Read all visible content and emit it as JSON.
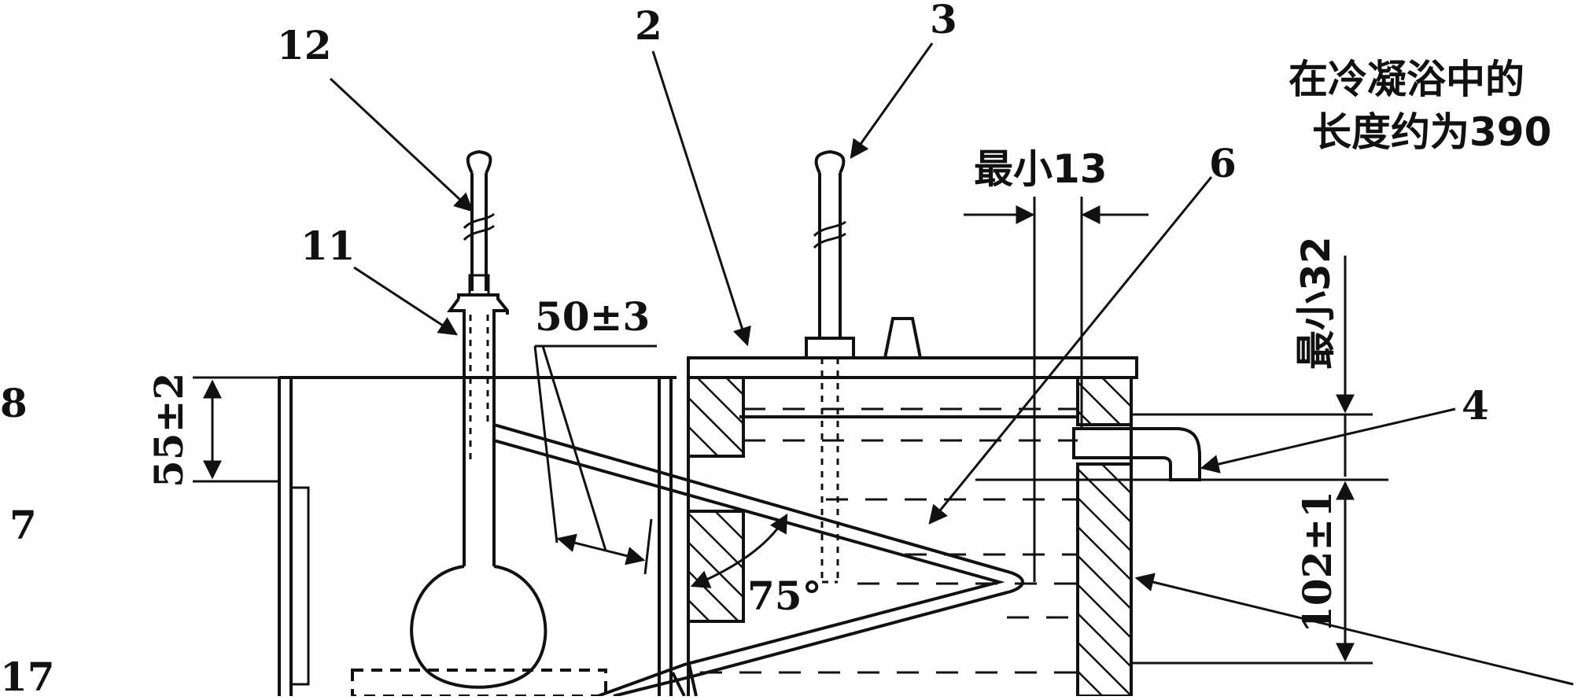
{
  "labels": {
    "n12": "12",
    "n2": "2",
    "n3": "3",
    "n11": "11",
    "n6": "6",
    "n4": "4",
    "n8": "8",
    "n7": "7",
    "n17": "17"
  },
  "dimensions": {
    "min13": "最小13",
    "d50": "50±3",
    "d55": "55±2",
    "min32": "最小32",
    "d102": "102±1",
    "angle": "75°"
  },
  "note": {
    "line1": "在冷凝浴中的",
    "line2": "长度约为390"
  }
}
